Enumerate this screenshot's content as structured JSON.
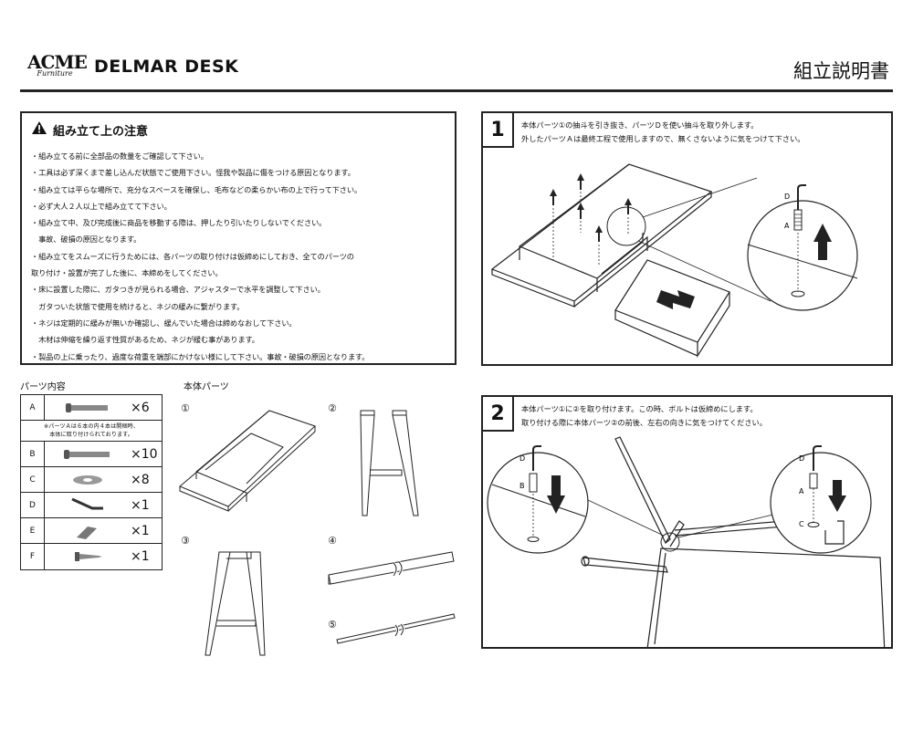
{
  "header": {
    "logo_main": "ACME",
    "logo_sub": "Furniture",
    "model": "DELMAR DESK",
    "doc_title": "組立説明書"
  },
  "caution": {
    "title": "組み立て上の注意",
    "lines": [
      "・組み立てる前に全部品の数量をご確認して下さい。",
      "・工具は必ず深くまで差し込んだ状態でご使用下さい。怪我や製品に傷をつける原因となります。",
      "・組み立ては平らな場所で、充分なスペースを確保し、毛布などの柔らかい布の上で行って下さい。",
      "・必ず大人２人以上で組み立てて下さい。",
      "・組み立て中、及び完成後に商品を移動する際は、押したり引いたりしないでください。",
      "　事故、破損の原因となります。",
      "・組み立てをスムーズに行うためには、各パーツの取り付けは仮締めにしておき、全てのパーツの",
      "取り付け・設置が完了した後に、本締めをしてください。",
      "・床に設置した際に、ガタつきが見られる場合、アジャスターで水平を調整して下さい。",
      "　ガタついた状態で使用を続けると、ネジの緩みに繋がります。",
      "・ネジは定期的に緩みが無いか確認し、緩んでいた場合は締めなおして下さい。",
      "　木材は伸縮を繰り返す性質があるため、ネジが緩む事があります。",
      "・製品の上に乗ったり、過度な荷重を端部にかけない様にして下さい。事故・破損の原因となります。"
    ]
  },
  "step1": {
    "number": "1",
    "line1": "本体パーツ①の抽斗を引き抜き、パーツＤを使い抽斗を取り外します。",
    "line2": "外したパーツＡは最終工程で使用しますので、無くさないように気をつけて下さい。",
    "label_d": "D",
    "label_a": "A"
  },
  "step2": {
    "number": "2",
    "line1": "本体パーツ①に②を取り付けます。この時、ボルトは仮締めにします。",
    "line2": "取り付ける際に本体パーツ②の前後、左右の向きに気をつけてください。",
    "left_labels": [
      "D",
      "B"
    ],
    "right_labels": [
      "D",
      "A",
      "C"
    ]
  },
  "parts": {
    "title": "パーツ内容",
    "note_line1": "※パーツＡは６本の内４本は開梱時、",
    "note_line2": "本体に取り付けられております。",
    "rows": [
      {
        "letter": "A",
        "qty": "×6",
        "icon": "bolt-icon"
      },
      {
        "letter": "B",
        "qty": "×10",
        "icon": "long-bolt-icon"
      },
      {
        "letter": "C",
        "qty": "×8",
        "icon": "washer-icon"
      },
      {
        "letter": "D",
        "qty": "×1",
        "icon": "hex-key-icon"
      },
      {
        "letter": "E",
        "qty": "×1",
        "icon": "bracket-icon"
      },
      {
        "letter": "F",
        "qty": "×1",
        "icon": "screw-icon"
      }
    ]
  },
  "body_parts": {
    "title": "本体パーツ",
    "labels": [
      "①",
      "②",
      "③",
      "④",
      "⑤"
    ]
  }
}
